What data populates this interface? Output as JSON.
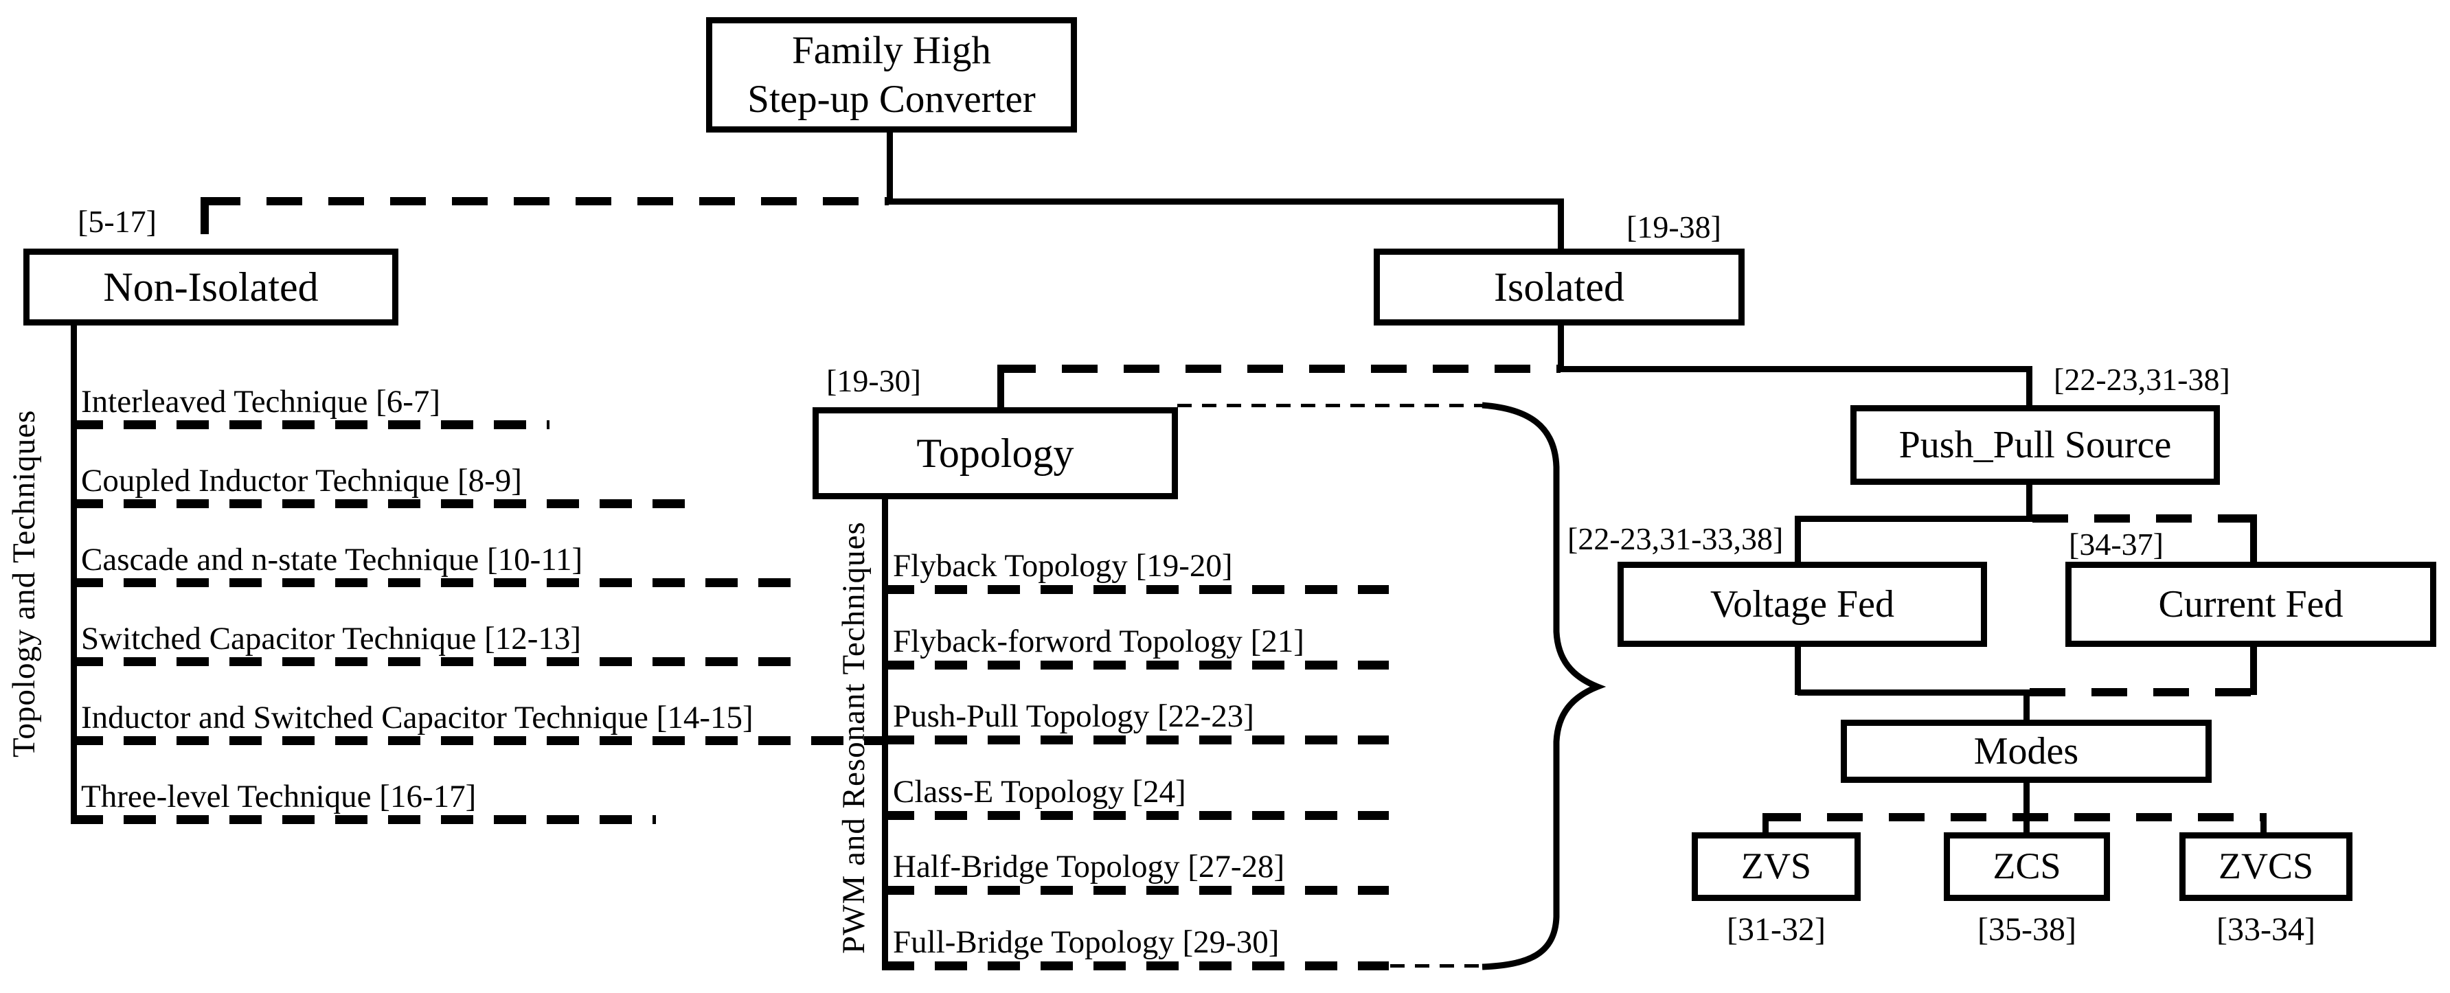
{
  "title": {
    "line1": "Family High",
    "line2": "Step-up Converter"
  },
  "non_isolated": {
    "ref": "[5-17]",
    "label": "Non-Isolated",
    "axis_label": "Topology and Techniques",
    "items": [
      "Interleaved Technique [6-7]",
      "Coupled Inductor Technique [8-9]",
      "Cascade and n-state Technique [10-11]",
      "Switched Capacitor Technique [12-13]",
      "Inductor and Switched Capacitor Technique [14-15]",
      "Three-level Technique [16-17]"
    ]
  },
  "isolated": {
    "ref": "[19-38]",
    "label": "Isolated",
    "topology": {
      "ref": "[19-30]",
      "label": "Topology",
      "axis_label": "PWM and Resonant Techniques",
      "items": [
        "Flyback Topology [19-20]",
        "Flyback-forword Topology [21]",
        "Push-Pull Topology [22-23]",
        "Class-E Topology [24]",
        "Half-Bridge  Topology [27-28]",
        "Full-Bridge Topology [29-30]"
      ]
    },
    "push_pull": {
      "ref": "[22-23,31-38]",
      "label": "Push_Pull Source",
      "voltage_fed": {
        "ref": "[22-23,31-33,38]",
        "label": "Voltage Fed"
      },
      "current_fed": {
        "ref": "[34-37]",
        "label": "Current Fed"
      },
      "modes": {
        "label": "Modes",
        "children": [
          {
            "label": "ZVS",
            "ref": "[31-32]"
          },
          {
            "label": "ZCS",
            "ref": "[35-38]"
          },
          {
            "label": "ZVCS",
            "ref": "[33-34]"
          }
        ]
      }
    }
  }
}
